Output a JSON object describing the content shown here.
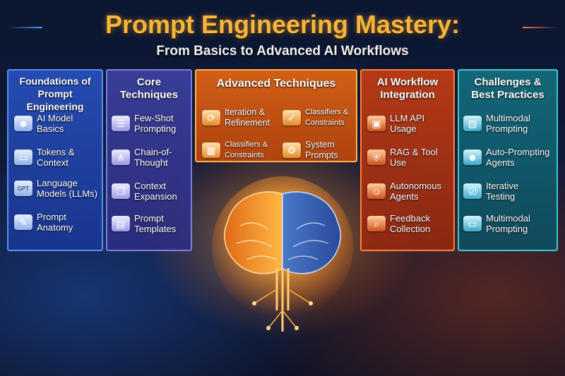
{
  "header": {
    "title": "Prompt Engineering Mastery:",
    "subtitle": "From Basics to Advanced AI Workflows"
  },
  "panels": [
    {
      "title": "Foundations of Prompt Engineering",
      "items": [
        {
          "label": "AI Model Basics",
          "icon": "robot-head-icon"
        },
        {
          "label": "Tokens & Context",
          "icon": "chat-bubbles-icon"
        },
        {
          "label": "Language Models (LLMs)",
          "icon": "gpt-model-icon"
        },
        {
          "label": "Prompt Anatomy",
          "icon": "edit-document-icon"
        }
      ]
    },
    {
      "title": "Core Techniques",
      "items": [
        {
          "label": "Few-Shot Prompting",
          "icon": "list-document-icon"
        },
        {
          "label": "Chain-of-Thought",
          "icon": "flow-nodes-icon"
        },
        {
          "label": "Context Expansion",
          "icon": "document-stack-icon"
        },
        {
          "label": "Prompt Templates",
          "icon": "template-pages-icon"
        }
      ]
    },
    {
      "title": "Advanced Techniques",
      "items": [
        {
          "label": "Iteration & Refinement",
          "icon": "refresh-arrows-icon"
        },
        {
          "label": "Classifiers & Constraints",
          "icon": "document-check-icon"
        },
        {
          "label": "Classifiers & Constraints",
          "icon": "clipboard-list-icon"
        },
        {
          "label": "System Prompts",
          "icon": "gears-icon"
        }
      ]
    },
    {
      "title": "AI Workflow Integration",
      "items": [
        {
          "label": "LLM API Usage",
          "icon": "api-window-icon"
        },
        {
          "label": "RAG & Tool Use",
          "icon": "shield-tool-icon"
        },
        {
          "label": "Autonomous Agents",
          "icon": "robot-agent-icon"
        },
        {
          "label": "Feedback Collection",
          "icon": "feedback-search-icon"
        }
      ]
    },
    {
      "title": "Challenges & Best Practices",
      "items": [
        {
          "label": "Multimodal Prompting",
          "icon": "image-screen-icon"
        },
        {
          "label": "Auto-Prompting Agents",
          "icon": "robot-gear-icon"
        },
        {
          "label": "Iterative Testing",
          "icon": "checklist-icon"
        },
        {
          "label": "Multimodal Prompting",
          "icon": "monitor-panel-icon"
        }
      ]
    }
  ],
  "colors": {
    "title": "#f5b640",
    "foundations": "#2850be",
    "core": "#3c41a0",
    "advanced": "#dc6414",
    "workflow": "#be3c14",
    "challenges": "#146e7d"
  }
}
